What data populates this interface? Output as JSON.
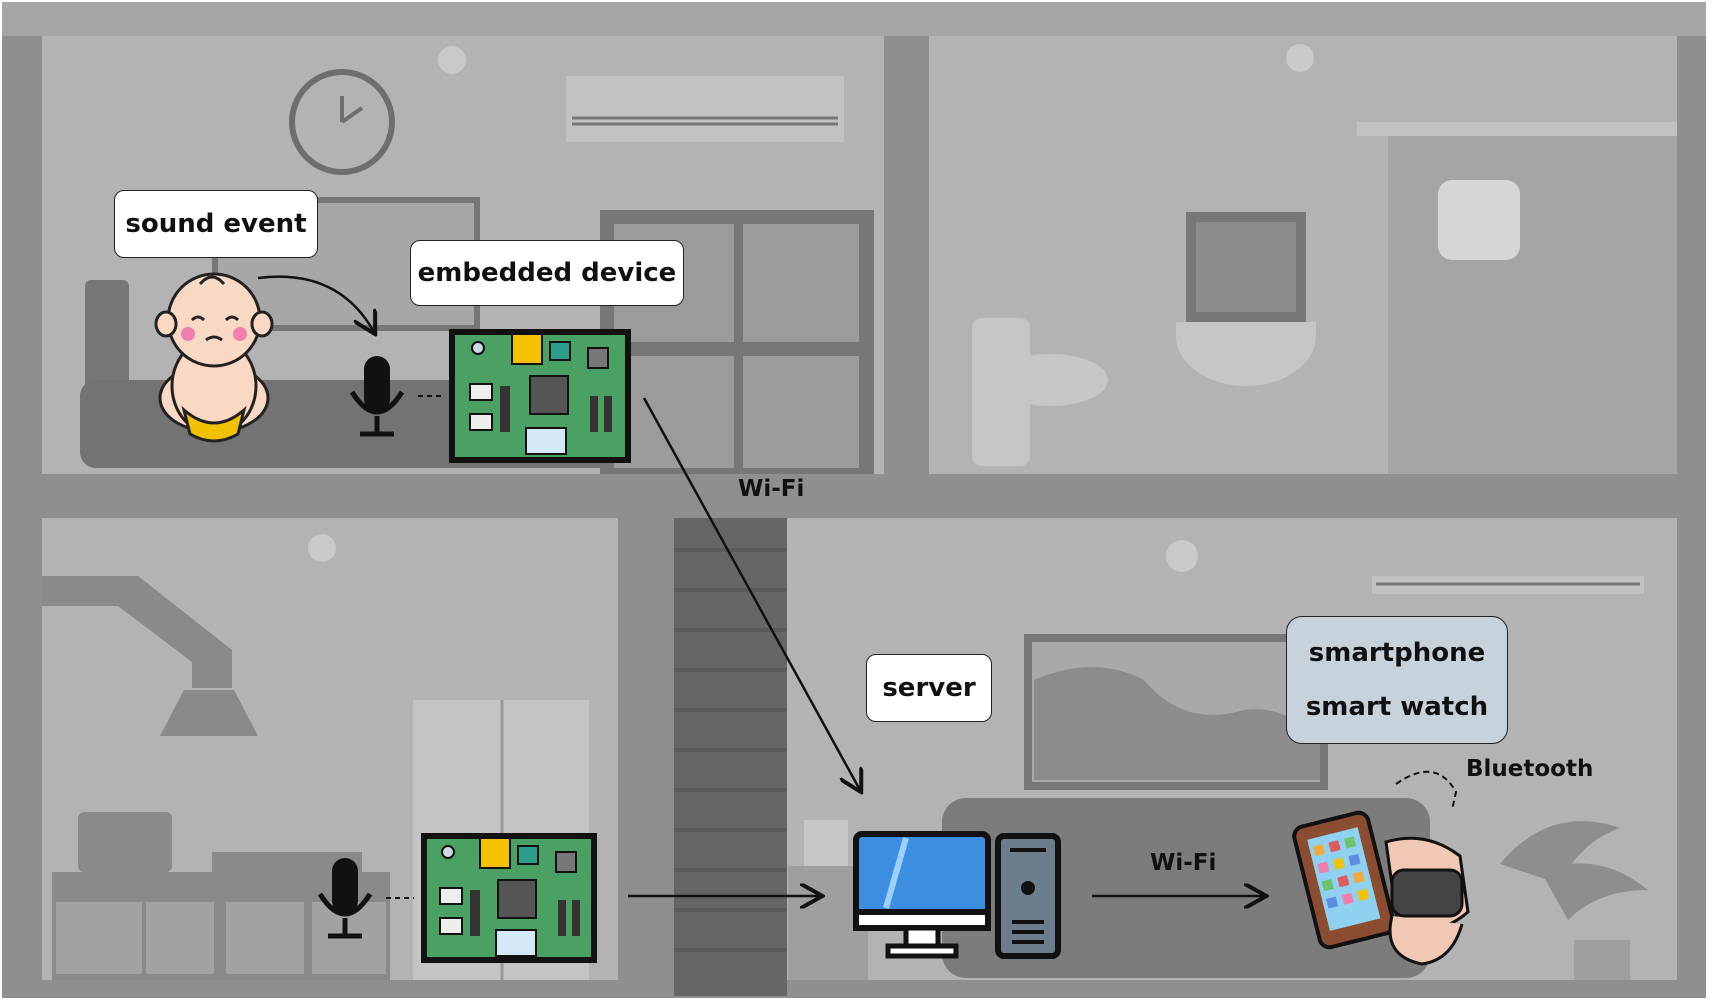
{
  "labels": {
    "sound_event": "sound event",
    "embedded_device": "embedded device",
    "server": "server",
    "smartphone": "smartphone",
    "smart_watch": "smart watch",
    "wifi_1": "Wi-Fi",
    "wifi_2": "Wi-Fi",
    "bluetooth": "Bluetooth"
  },
  "colors": {
    "wall": "#8f8f8f",
    "room": "#b3b3b3",
    "furniture_dark": "#7a7a7a",
    "furniture_mid": "#9c9c9c",
    "pcb_green": "#4aa163",
    "monitor_blue": "#3b8ee0",
    "phone_brown": "#8a4d32",
    "label_blue": "#c6d2dc",
    "arrow": "#111111"
  },
  "icons": [
    "baby-icon",
    "microphone-icon",
    "embedded-board-icon",
    "monitor-icon",
    "pc-tower-icon",
    "smartphone-icon",
    "smart-watch-icon",
    "wall-clock-icon"
  ]
}
